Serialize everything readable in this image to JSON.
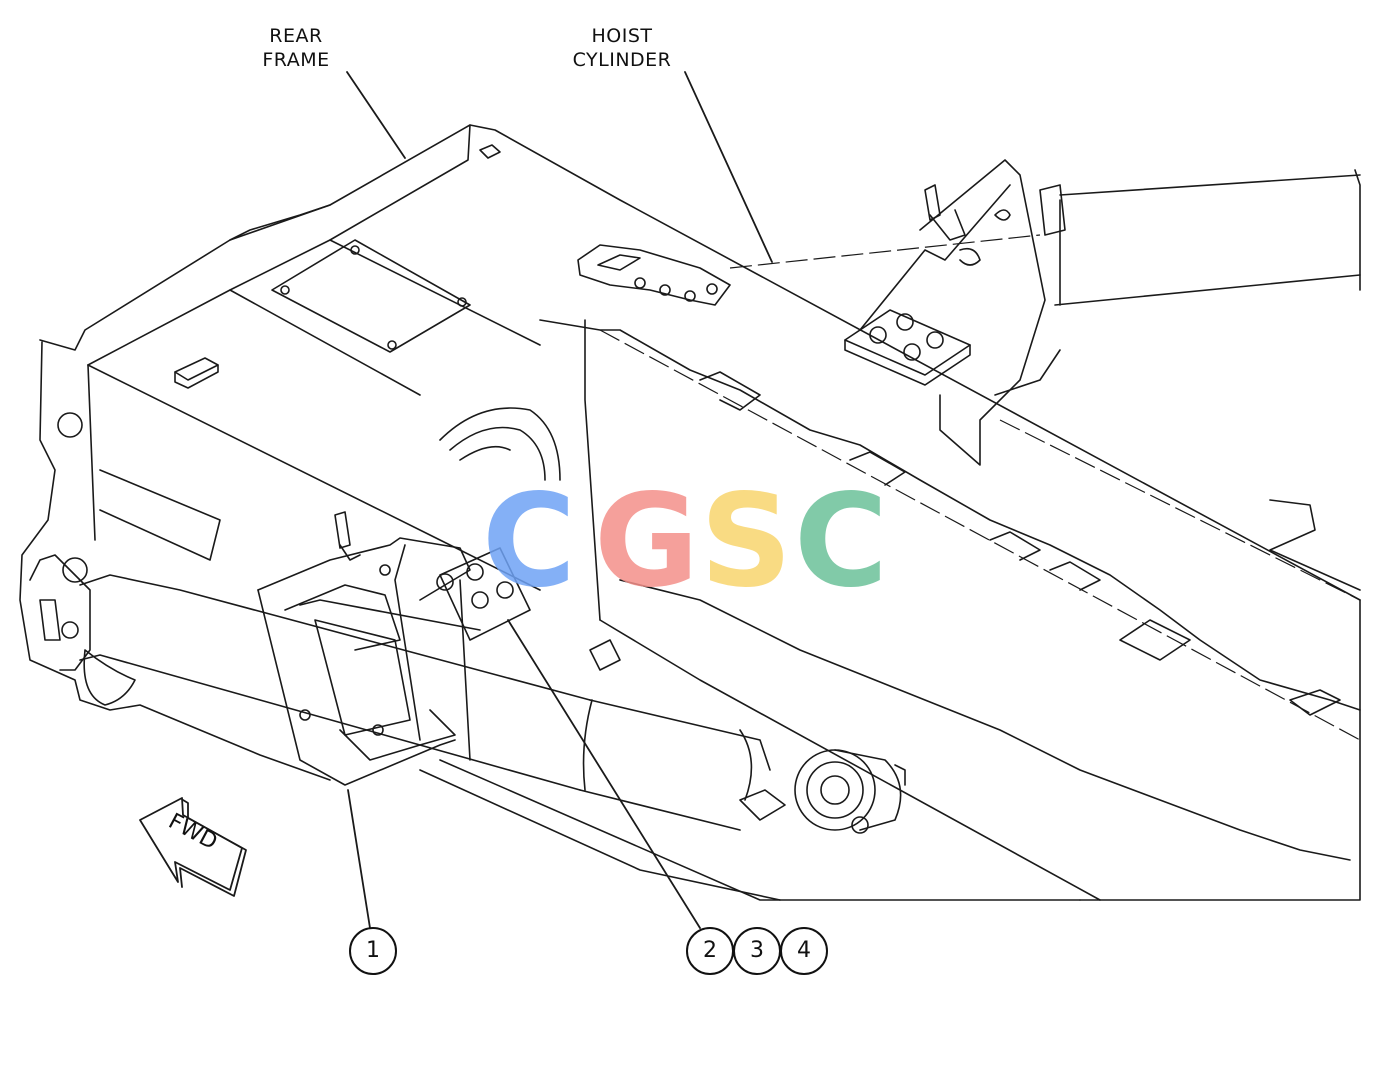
{
  "labels": {
    "rear_frame": [
      "REAR",
      "FRAME"
    ],
    "hoist_cylinder": [
      "HOIST",
      "CYLINDER"
    ],
    "fwd": "FWD"
  },
  "callouts": [
    "1",
    "2",
    "3",
    "4"
  ],
  "watermark": {
    "letters": [
      "C",
      "G",
      "S",
      "C"
    ],
    "colors": [
      "#6fa3f5",
      "#f4908a",
      "#f9d56e",
      "#6cc19a"
    ]
  },
  "colors": {
    "line": "#1a1a1a",
    "background": "#ffffff"
  }
}
